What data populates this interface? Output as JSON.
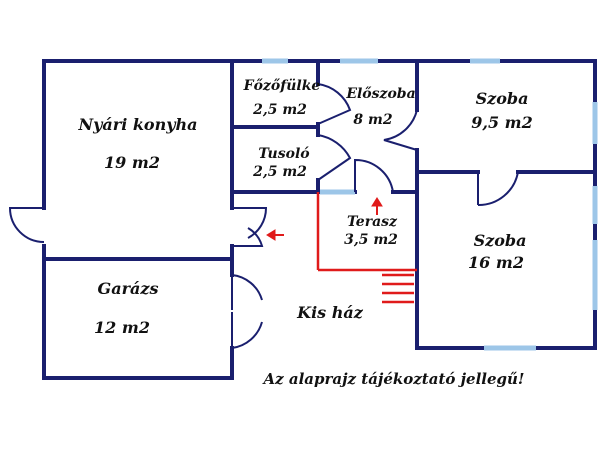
{
  "title": "Floor plan",
  "rooms": {
    "nyari_konyha": {
      "name": "Nyári konyha",
      "area": "19 m2"
    },
    "garazs": {
      "name": "Garázs",
      "area": "12 m2"
    },
    "fozofulke": {
      "name": "Főzőfülke",
      "area": "2,5 m2"
    },
    "tusolo": {
      "name": "Tusoló",
      "area": "2,5 m2"
    },
    "eloszoba": {
      "name": "Előszoba",
      "area": "8 m2"
    },
    "szoba_small": {
      "name": "Szoba",
      "area": "9,5 m2"
    },
    "terasz": {
      "name": "Terasz",
      "area": "3,5 m2"
    },
    "szoba_large": {
      "name": "Szoba",
      "area": "16 m2"
    }
  },
  "building_label": "Kis ház",
  "note": "Az alaprajz tájékoztató jellegű!",
  "colors": {
    "wall": "#1a1f6e",
    "window": "#9dc6e8",
    "accent": "#e01b1b",
    "text": "#111111"
  }
}
